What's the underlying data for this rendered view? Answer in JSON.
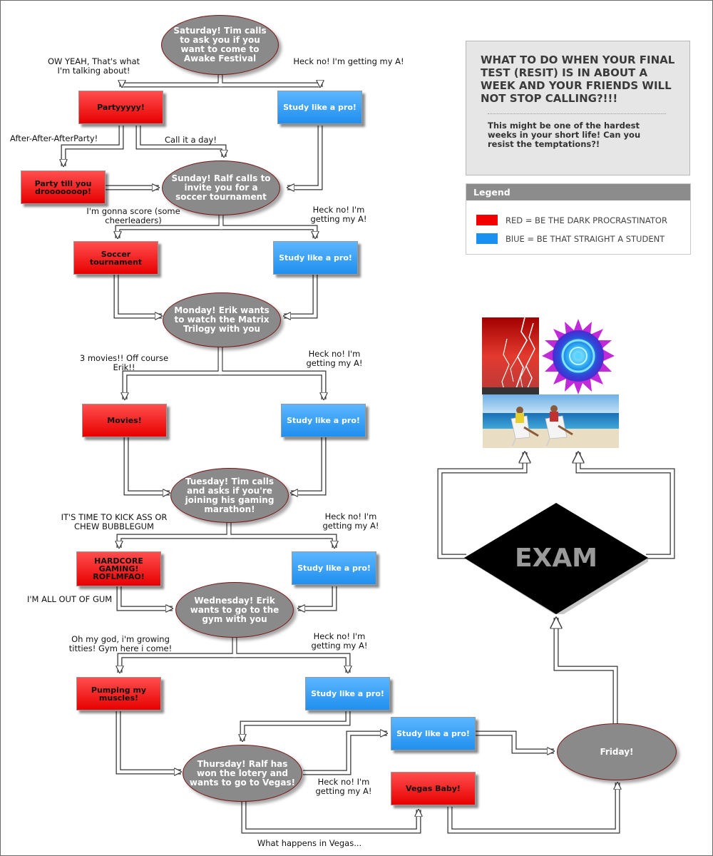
{
  "title": {
    "heading": "WHAT TO DO WHEN YOUR FINAL TEST (RESIT) IS IN ABOUT A WEEK AND YOUR FRIENDS WILL NOT STOP CALLING?!!!",
    "subtitle": "This might be one of the hardest weeks in your short life! Can you resist the temptations?!"
  },
  "legend": {
    "header": "Legend",
    "items": [
      {
        "label": "RED = BE THE DARK PROCRASTINATOR",
        "color": "#f20000"
      },
      {
        "label": "BlUE = BE THAT STRAIGHT A STUDENT",
        "color": "#1a90f0"
      }
    ]
  },
  "days": {
    "saturday": "Saturday! Tim calls to ask you if you want to come to Awake Festival",
    "sunday": "Sunday! Ralf calls to invite you for a soccer tournament",
    "monday": "Monday! Erik wants to watch the Matrix Trilogy with you",
    "tuesday": "Tuesday! Tim calls and asks if you're joining his gaming marathon!",
    "wednesday": "Wednesday! Erik wants to go to the gym with you",
    "thursday": "Thursday! Ralf has won the lotery and wants to go to Vegas!",
    "friday": "Friday!"
  },
  "boxes": {
    "party": "Partyyyyy!",
    "party_till": "Party till you drooooooop!",
    "soccer": "Soccer tournament",
    "movies": "Movies!",
    "hardcore": "HARDCORE GAMING! ROFLMFAO!",
    "pumping": "Pumping my muscles!",
    "vegas": "Vegas Baby!",
    "study": "Study like a pro!"
  },
  "labels": {
    "sat_red": "OW YEAH, That's what I'm talking about!",
    "sat_blue": "Heck no! I'm getting my A!",
    "after_party": "After-After-AfterParty!",
    "call_it_a_day": "Call it a day!",
    "sun_red": "I'm gonna score (some cheerleaders)",
    "sun_blue": "Heck no! I'm getting my A!",
    "mon_red": "3 movies!! Off course Erik!!",
    "mon_blue": "Heck no! I'm getting my A!",
    "tue_red": "IT'S TIME TO KICK ASS OR CHEW BUBBLEGUM",
    "tue_blue": "Heck no! I'm getting my A!",
    "out_of_gum": "I'M ALL OUT OF GUM",
    "wed_red": "Oh my god, i'm growing titties! Gym here i come!",
    "wed_blue": "Heck no! I'm getting my A!",
    "thu_blue": "Heck no! I'm getting my A!",
    "vegas_label": "What happens in Vegas..."
  },
  "exam": "EXAM",
  "pictures": [
    "lightning-picture",
    "sun-spiral-picture",
    "beach-chairs-picture"
  ]
}
